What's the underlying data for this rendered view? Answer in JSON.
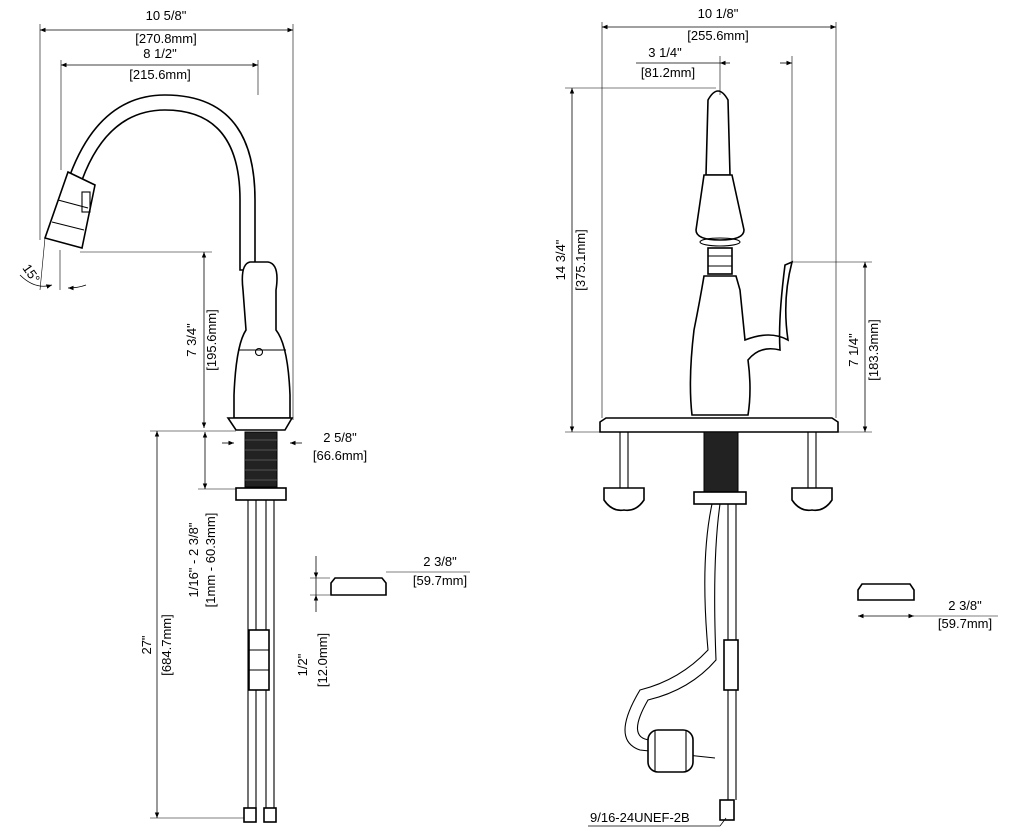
{
  "side_view": {
    "overall_width": {
      "in": "10 5/8\"",
      "mm": "[270.8mm]"
    },
    "reach": {
      "in": "8 1/2\"",
      "mm": "[215.6mm]"
    },
    "spray_angle": "15°",
    "spout_height": {
      "in": "7 3/4\"",
      "mm": "[195.6mm]"
    },
    "base_diameter": {
      "in": "2 5/8\"",
      "mm": "[66.6mm]"
    },
    "deck_thickness": {
      "in": "1/16\" - 2 3/8\"",
      "mm": "[1mm - 60.3mm]"
    },
    "supply_length": {
      "in": "27\"",
      "mm": "[684.7mm]"
    },
    "handle_part": {
      "width": {
        "in": "2 3/8\"",
        "mm": "[59.7mm]"
      },
      "height": {
        "in": "1/2\"",
        "mm": "[12.0mm]"
      }
    }
  },
  "front_view": {
    "overall_width": {
      "in": "10 1/8\"",
      "mm": "[255.6mm]"
    },
    "handle_offset": {
      "in": "3 1/4\"",
      "mm": "[81.2mm]"
    },
    "overall_height": {
      "in": "14 3/4\"",
      "mm": "[375.1mm]"
    },
    "handle_height": {
      "in": "7 1/4\"",
      "mm": "[183.3mm]"
    },
    "handle_part_width": {
      "in": "2 3/8\"",
      "mm": "[59.7mm]"
    },
    "thread_spec": "9/16-24UNEF-2B"
  }
}
